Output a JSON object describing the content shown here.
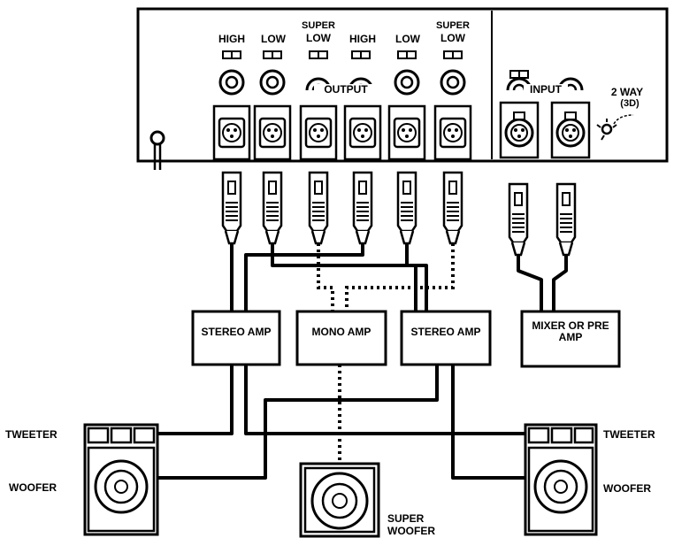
{
  "panel": {
    "out_labels": {
      "high1": "HIGH",
      "low1": "LOW",
      "super1_top": "SUPER",
      "super1_bottom": "LOW",
      "high2": "HIGH",
      "low2": "LOW",
      "super2_top": "SUPER",
      "super2_bottom": "LOW"
    },
    "output_label": "OUTPUT",
    "input_label": "INPUT",
    "twoway_line1": "2 WAY",
    "twoway_line2": "(3D)"
  },
  "devices": {
    "stereo_amp_left": "STEREO AMP",
    "mono_amp": "MONO AMP",
    "stereo_amp_right": "STEREO AMP",
    "mixer": "MIXER OR PRE AMP"
  },
  "speakers": {
    "left_tweeter": "TWEETER",
    "left_woofer": "WOOFER",
    "right_tweeter": "TWEETER",
    "right_woofer": "WOOFER",
    "super_woofer_top": "SUPER",
    "super_woofer_bottom": "WOOFER"
  }
}
